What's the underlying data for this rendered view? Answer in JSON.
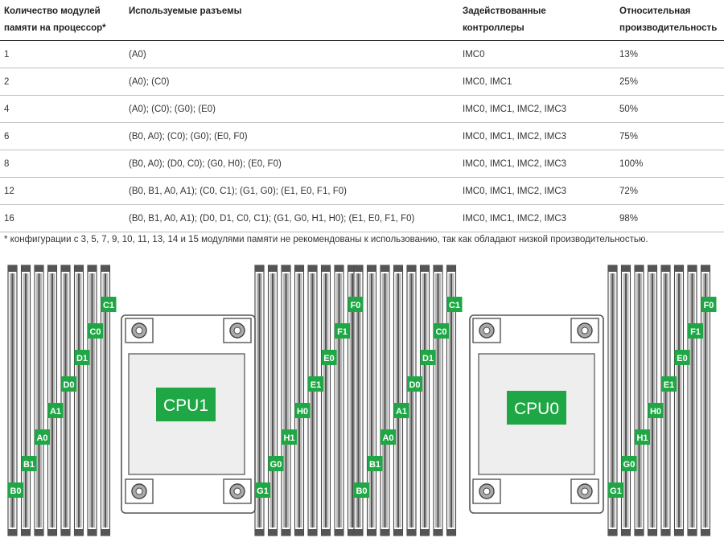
{
  "table": {
    "headers": [
      "Количество модулей\nпамяти на процессор*",
      "Используемые разъемы",
      "Задействованные\nконтроллеры",
      "Относительная\nпроизводительность"
    ],
    "rows": [
      [
        "1",
        "(A0)",
        "IMC0",
        "13%"
      ],
      [
        "2",
        "(A0); (C0)",
        "IMC0, IMC1",
        "25%"
      ],
      [
        "4",
        "(A0); (C0); (G0); (E0)",
        "IMC0, IMC1, IMC2, IMC3",
        "50%"
      ],
      [
        "6",
        "(B0, A0); (C0); (G0); (E0, F0)",
        "IMC0, IMC1, IMC2, IMC3",
        "75%"
      ],
      [
        "8",
        "(B0, A0); (D0, C0); (G0, H0); (E0, F0)",
        "IMC0, IMC1, IMC2, IMC3",
        "100%"
      ],
      [
        "12",
        "(B0, B1, A0, A1); (C0, C1); (G1, G0); (E1, E0, F1, F0)",
        "IMC0, IMC1, IMC2, IMC3",
        "72%"
      ],
      [
        "16",
        "(B0, B1, A0, A1); (D0, D1, C0, C1); (G1, G0, H1, H0); (E1, E0, F1, F0)",
        "IMC0, IMC1, IMC2, IMC3",
        "98%"
      ]
    ]
  },
  "note": "* конфигурации с 3, 5, 7, 9, 10, 11, 13, 14 и 15 модулями памяти не рекомендованы к использованию, так как обладают низкой производительностью.",
  "diagram": {
    "cpu_labels": [
      "CPU1",
      "CPU0"
    ],
    "slot_groups": [
      [
        "B0",
        "B1",
        "A0",
        "A1",
        "D0",
        "D1",
        "C0",
        "C1"
      ],
      [
        "G1",
        "G0",
        "H1",
        "H0",
        "E1",
        "E0",
        "F1",
        "F0"
      ],
      [
        "B0",
        "B1",
        "A0",
        "A1",
        "D0",
        "D1",
        "C0",
        "C1"
      ],
      [
        "G1",
        "G0",
        "H1",
        "H0",
        "E1",
        "E0",
        "F1",
        "F0"
      ]
    ],
    "colors": {
      "label_green": "#1ea744",
      "slot_dark": "#555555",
      "slot_light": "#b8b8b8"
    }
  }
}
